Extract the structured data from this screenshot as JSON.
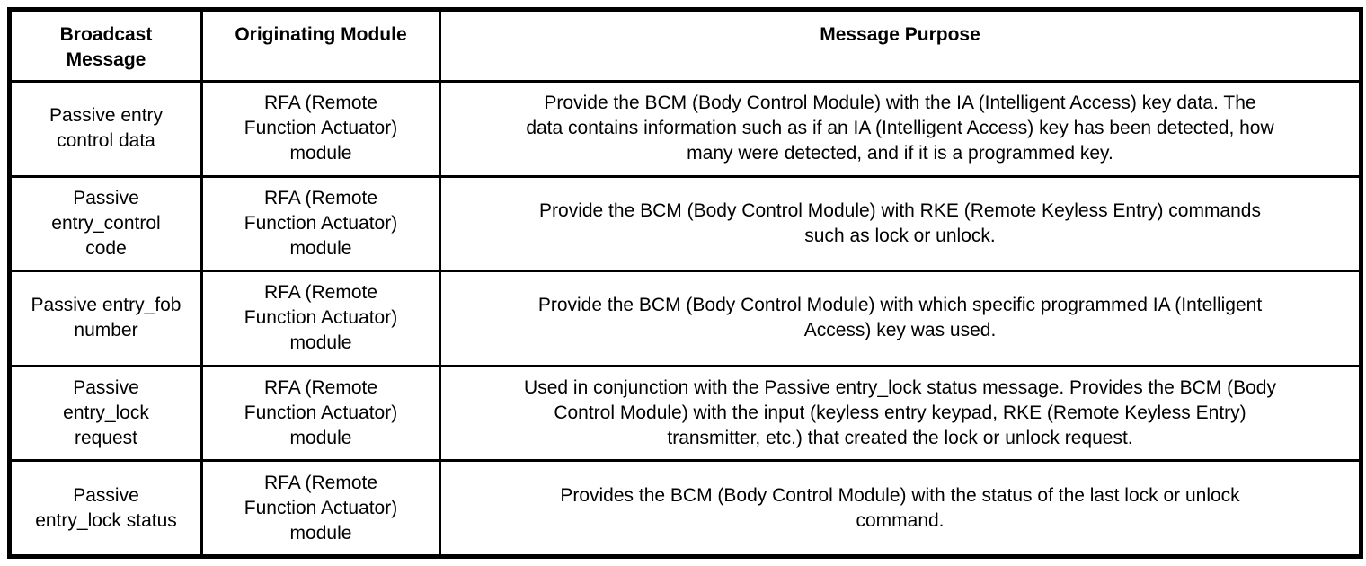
{
  "colors": {
    "border": "#000000",
    "text": "#000000",
    "background": "#ffffff"
  },
  "table": {
    "headers": [
      "Broadcast\nMessage",
      "Originating Module",
      "Message Purpose"
    ],
    "rows": [
      {
        "broadcast_message": "Passive entry\ncontrol data",
        "originating_module": "RFA (Remote\nFunction Actuator)\nmodule",
        "message_purpose": "Provide the BCM (Body Control Module) with the IA (Intelligent Access) key data. The\ndata contains information such as if an IA (Intelligent Access) key has been detected, how\nmany were detected, and if it is a programmed key."
      },
      {
        "broadcast_message": "Passive\nentry_control\ncode",
        "originating_module": "RFA (Remote\nFunction Actuator)\nmodule",
        "message_purpose": "Provide the BCM (Body Control Module) with RKE (Remote Keyless Entry) commands\nsuch as lock or unlock."
      },
      {
        "broadcast_message": "Passive entry_fob\nnumber",
        "originating_module": "RFA (Remote\nFunction Actuator)\nmodule",
        "message_purpose": "Provide the BCM (Body Control Module) with which specific programmed IA (Intelligent\nAccess) key was used."
      },
      {
        "broadcast_message": "Passive\nentry_lock\nrequest",
        "originating_module": "RFA (Remote\nFunction Actuator)\nmodule",
        "message_purpose": "Used in conjunction with the Passive entry_lock status message. Provides the BCM (Body\nControl Module) with the input (keyless entry keypad, RKE (Remote Keyless Entry)\ntransmitter, etc.) that created the lock or unlock request."
      },
      {
        "broadcast_message": "Passive\nentry_lock status",
        "originating_module": "RFA (Remote\nFunction Actuator)\nmodule",
        "message_purpose": "Provides the BCM (Body Control Module) with the status of the last lock or unlock\ncommand."
      }
    ]
  }
}
